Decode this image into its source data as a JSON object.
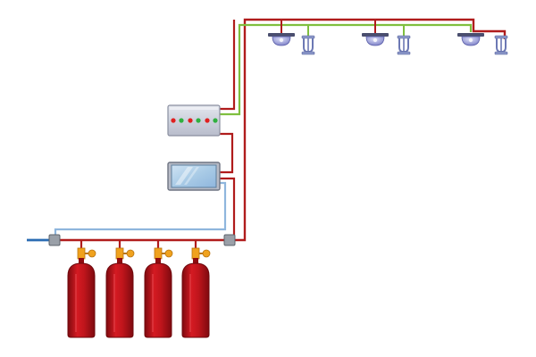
{
  "colors": {
    "red_pipe": "#b01c1c",
    "green_wire": "#7fbf3f",
    "blue_line": "#8fb6dd",
    "blue_inlet": "#2a6bb3",
    "cylinder": "#c0151c",
    "cylinder_shade": "#8f0c11",
    "valve": "#f0a21e",
    "panel": "#c8ccd8",
    "screen": "#a9cbe6",
    "sensor": "#8c8fd0",
    "sprinkler": "#8a96c8",
    "led_red": "#e02020",
    "led_green": "#30b040"
  },
  "components": {
    "cylinders": [
      "cylinder",
      "cylinder",
      "cylinder",
      "cylinder"
    ],
    "detectors": [
      "smoke-detector",
      "smoke-detector",
      "smoke-detector"
    ],
    "nozzles": [
      "discharge-nozzle",
      "discharge-nozzle",
      "discharge-nozzle"
    ],
    "control_panel_leds": [
      "red",
      "green",
      "red",
      "green",
      "red",
      "green"
    ],
    "junctions": [
      "junction-box",
      "junction-box"
    ],
    "display": "monitor-display"
  }
}
